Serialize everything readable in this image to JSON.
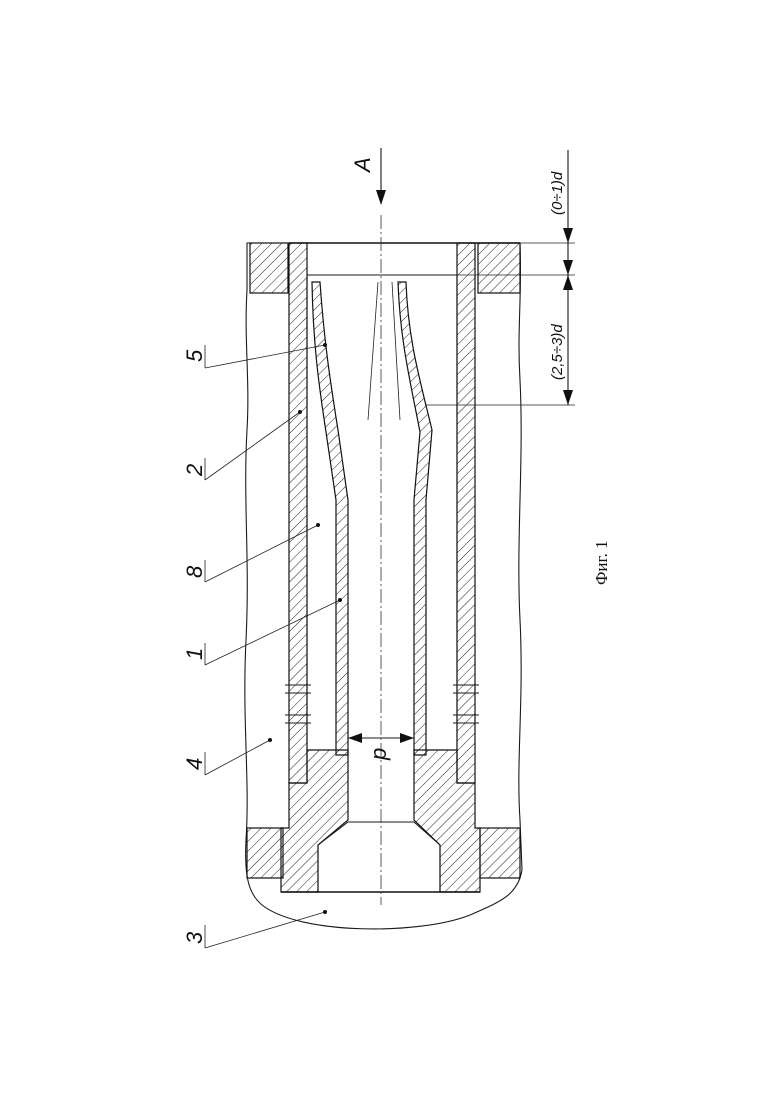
{
  "labels": {
    "view_marker": "A",
    "pitch": "p",
    "dim_upper": "(0÷1)d",
    "dim_lower": "(2,5÷3)d",
    "caption": "Фиг. 1",
    "callouts": [
      "5",
      "2",
      "8",
      "1",
      "4",
      "3"
    ]
  }
}
